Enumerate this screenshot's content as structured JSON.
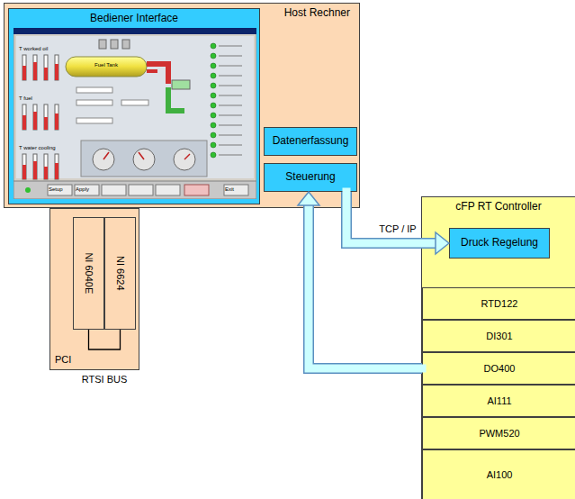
{
  "diagram": {
    "nodes": [
      {
        "text": [
          "Host Rechner"
        ]
      },
      {
        "text": [
          "Bediener Interface"
        ],
        "in": 0
      },
      {
        "text": [
          "Datenerfassung"
        ],
        "in": 0
      },
      {
        "text": [
          "Steuerung"
        ],
        "in": 0
      },
      {
        "text": [
          "PCI"
        ]
      },
      {
        "text": [
          "NI 6040E"
        ],
        "in": 4
      },
      {
        "text": [
          "NI 6624"
        ],
        "in": 4
      },
      {
        "text": [
          "cFP RT Controller"
        ]
      },
      {
        "text": [
          "Druck Regelung"
        ],
        "in": 7
      },
      {
        "text": [
          "RTD122"
        ],
        "in": 7
      },
      {
        "text": [
          "DI301"
        ],
        "in": 7
      },
      {
        "text": [
          "DO400"
        ],
        "in": 7
      },
      {
        "text": [
          "AI111"
        ],
        "in": 7
      },
      {
        "text": [
          "PWM520"
        ],
        "in": 7
      },
      {
        "text": [
          "AI100"
        ],
        "in": 7
      }
    ],
    "edges": [
      {
        "from": 3,
        "to": 8,
        "label": "TCP / IP",
        "arrow": "to"
      },
      {
        "from": 11,
        "to": 3,
        "arrow": "to"
      },
      {
        "from": 5,
        "to": 6,
        "label": "RTSI BUS",
        "arrow": "none"
      }
    ],
    "labels": [
      "T worked oil",
      "T fuel",
      "T water cooling",
      "Fuel Tank",
      "Setup",
      "Apply",
      "Exit"
    ]
  }
}
